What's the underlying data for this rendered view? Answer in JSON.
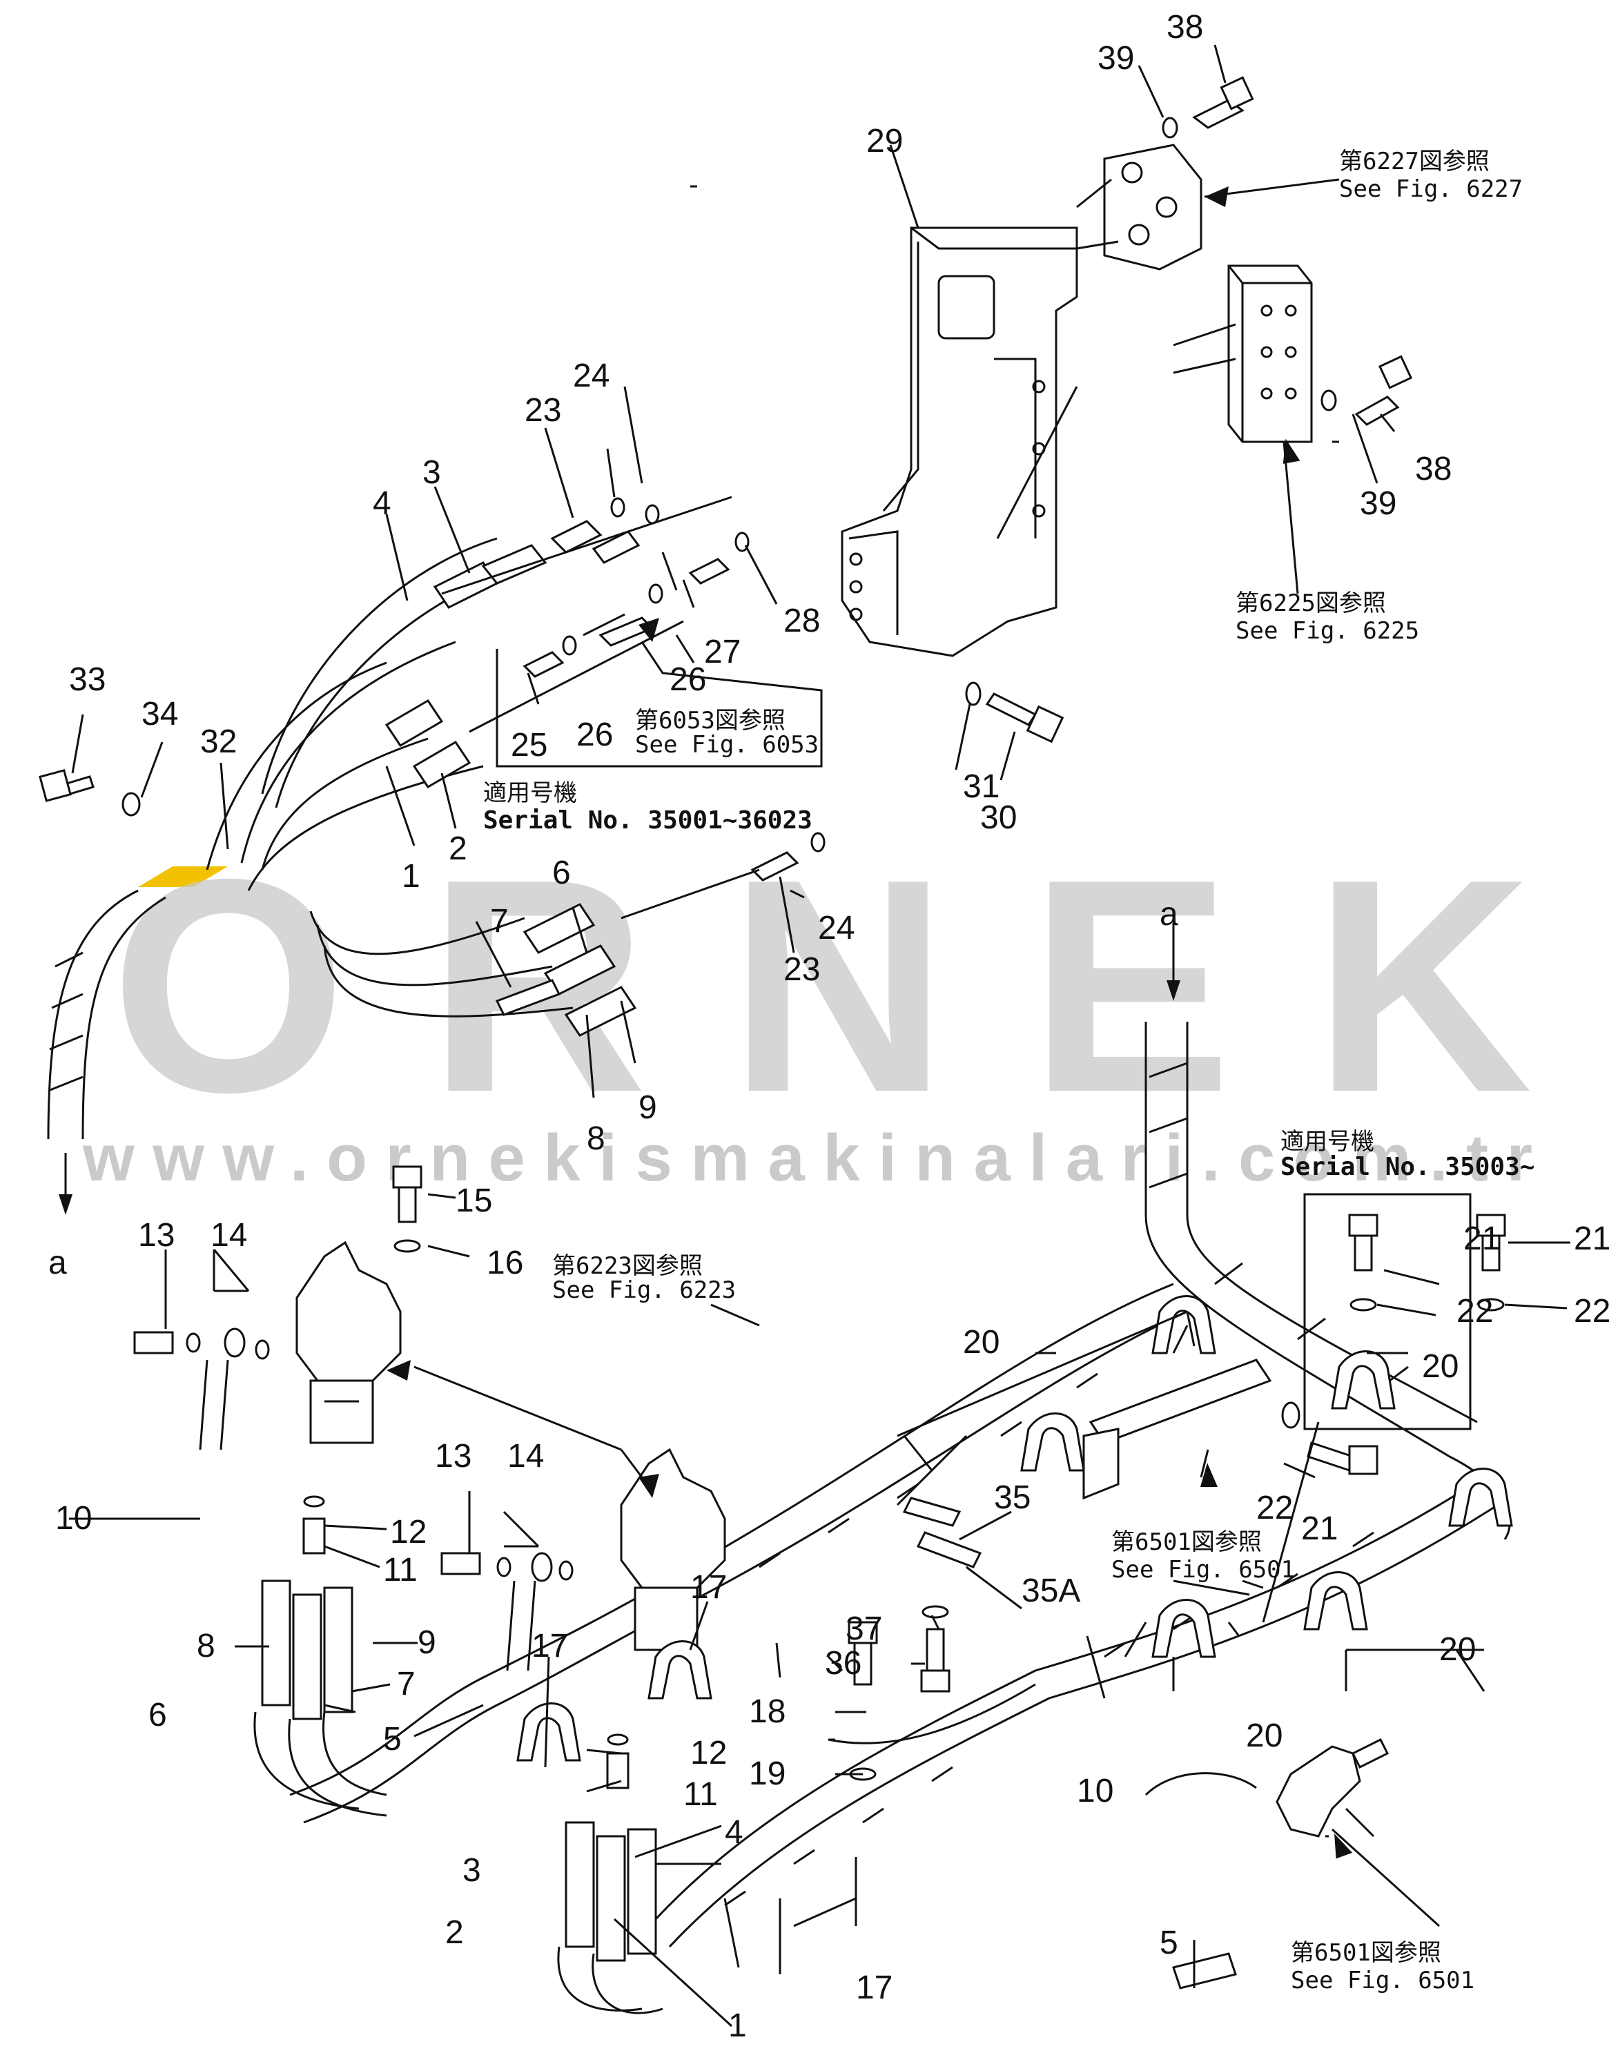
{
  "watermark": {
    "brand": "ORNEK",
    "url": "www.ornekismakinalari.com.tr",
    "accent": "#f2c200"
  },
  "refs": {
    "r6227_jp": "第6227図参照",
    "r6227_en": "See Fig. 6227",
    "r6225_jp": "第6225図参照",
    "r6225_en": "See Fig. 6225",
    "r6053_jp": "第6053図参照",
    "r6053_en": "See Fig. 6053",
    "r6223_jp": "第6223図参照",
    "r6223_en": "See Fig. 6223",
    "r6501a_jp": "第6501図参照",
    "r6501a_en": "See Fig. 6501",
    "r6501b_jp": "第6501図参照",
    "r6501b_en": "See Fig. 6501"
  },
  "serial": {
    "s1_jp": "適用号機",
    "s1_en": "Serial No. 35001~36023",
    "s2_jp": "適用号機",
    "s2_en": "Serial No. 35003~"
  },
  "markers": {
    "a_left": "a",
    "a_right": "a"
  },
  "labels": [
    "38",
    "39",
    "29",
    "24",
    "23",
    "3",
    "4",
    "28",
    "27",
    "26",
    "26",
    "25",
    "33",
    "34",
    "32",
    "1",
    "2",
    "31",
    "30",
    "38",
    "39",
    "6",
    "7",
    "24",
    "23",
    "9",
    "8",
    "15",
    "16",
    "13",
    "14",
    "10",
    "12",
    "11",
    "13",
    "14",
    "17",
    "17",
    "8",
    "9",
    "6",
    "7",
    "5",
    "12",
    "11",
    "4",
    "3",
    "2",
    "1",
    "17",
    "20",
    "21",
    "21",
    "22",
    "22",
    "20",
    "22",
    "21",
    "35",
    "35A",
    "37",
    "36",
    "18",
    "19",
    "20",
    "10",
    "20",
    "5"
  ]
}
